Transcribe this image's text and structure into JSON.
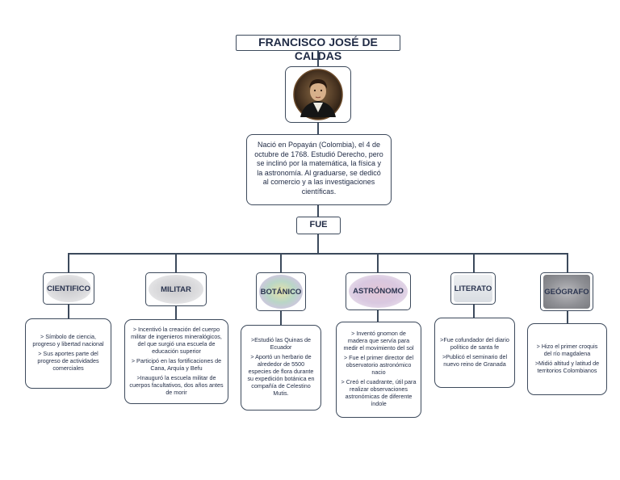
{
  "title": "FRANCISCO JOSÉ DE CALDAS",
  "portrait_icon": "portrait-of-francisco-jose-de-caldas",
  "bio": "Nació en Popayán (Colombia), el 4 de octubre de 1768. Estudió Derecho, pero se inclinó por la matemática, la física y la astronomía. Al graduarse, se dedicó al comercio y a las investigaciones científicas.",
  "connector": "FUE",
  "roles": [
    {
      "label": "CIENTIFICO",
      "lines": [
        "> Símbolo de ciencia, progreso y libertad nacional",
        "> Sus aportes parte del progreso de actividades comerciales"
      ]
    },
    {
      "label": "MILITAR",
      "lines": [
        "> Incentivó la creación del cuerpo militar de ingenieros mineralógicos, del que surgió una escuela de educación superior",
        "> Participó en las fortificaciones de Cana, Arquía y Befu",
        ">Inauguró la escuela militar de cuerpos facultativos, dos años antes de morir"
      ]
    },
    {
      "label": "BOTÁNICO",
      "lines": [
        ">Estudió las Quinas de Ecuador",
        "> Aportó un herbario de alrededor de 5500 especies de flora durante su expedición botánica en compañía de Celestino Mutis."
      ]
    },
    {
      "label": "ASTRÓNOMO",
      "lines": [
        "> Inventó gnomon de madera que servía para medir el movimiento del sol",
        "> Fue el primer director del observatorio astronómico nacio",
        "> Creó el cuadrante, útil para realizar observaciones astronómicas de diferente índole"
      ]
    },
    {
      "label": "LITERATO",
      "lines": [
        ">Fue cofundador del diario político de santa fe",
        ">Publicó el seminario del nuevo reino de Granada"
      ]
    },
    {
      "label": "GEÓGRAFO",
      "lines": [
        "> Hizo el primer croquis del río magdalena",
        ">Midió altitud y latitud de territorios Colombianos"
      ]
    }
  ],
  "colors": {
    "border": "#3d4a5c",
    "text": "#1f2a44",
    "connector": "#3c4a5c"
  }
}
